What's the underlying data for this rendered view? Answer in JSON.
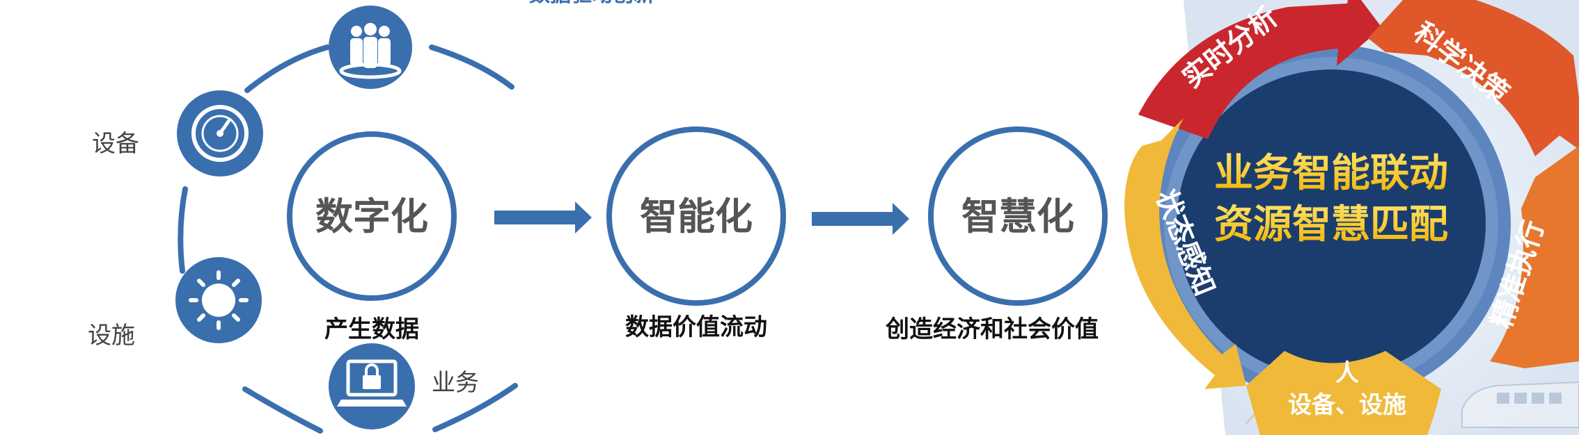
{
  "top_text": "数据驱动创新",
  "left_cluster": {
    "label_device": "设备",
    "label_facility": "设施",
    "label_business": "业务",
    "icons": [
      "people-group-icon",
      "gauge-icon",
      "sun-icon",
      "laptop-lock-icon"
    ]
  },
  "stages": [
    {
      "title": "数字化",
      "caption": "产生数据"
    },
    {
      "title": "智能化",
      "caption": "数据价值流动"
    },
    {
      "title": "智慧化",
      "caption": "创造经济和社会价值"
    }
  ],
  "ring": {
    "center_line1": "业务智能联动",
    "center_line2": "资源智慧匹配",
    "segments": [
      "实时分析",
      "科学决策",
      "精准执行",
      "状态感知"
    ],
    "bottom_line1": "人",
    "bottom_line2": "设备、设施"
  },
  "colors": {
    "blue": "#3a6fae",
    "navy": "#1b3d6e",
    "red": "#c9272d",
    "orange": "#e0572a",
    "amber": "#f0b93a",
    "gold": "#f5c400",
    "gray_text": "#555555"
  }
}
